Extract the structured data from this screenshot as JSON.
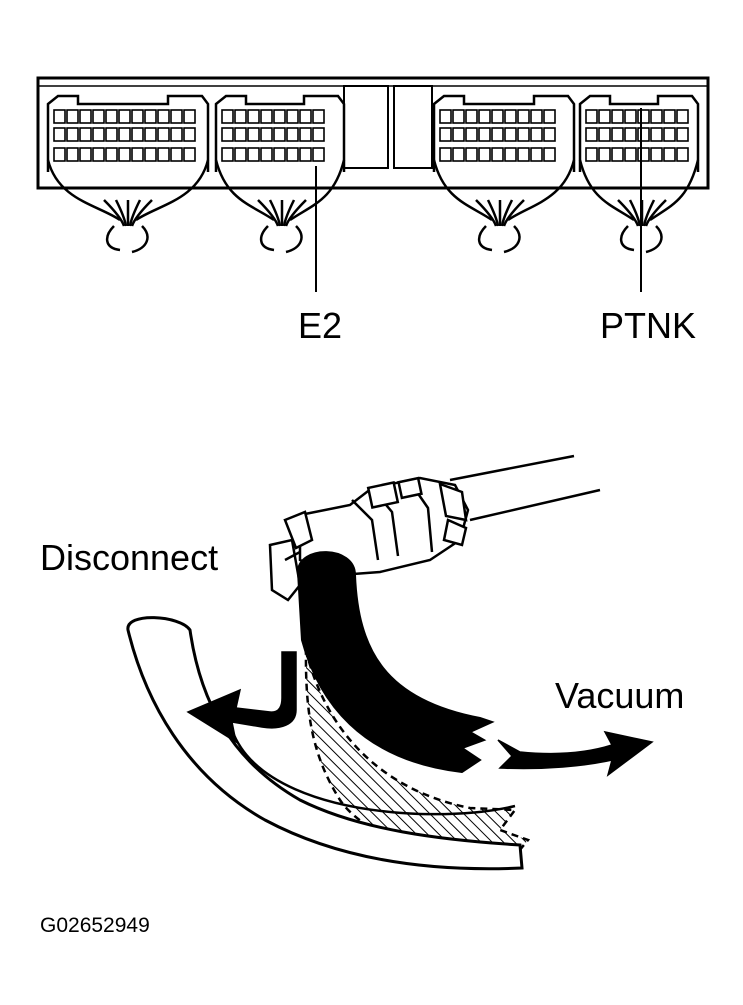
{
  "labels": {
    "e2": "E2",
    "ptnk": "PTNK",
    "disconnect": "Disconnect",
    "vacuum": "Vacuum",
    "figure_code": "G02652949"
  }
}
